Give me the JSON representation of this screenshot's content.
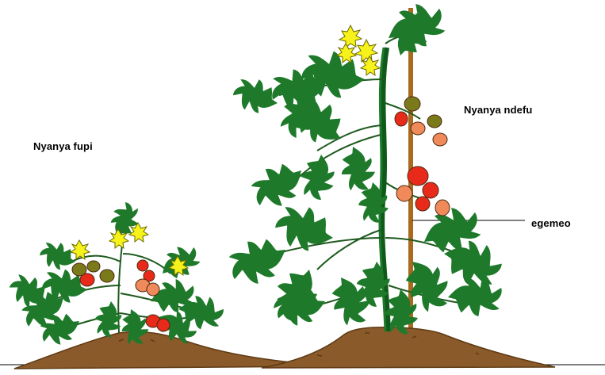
{
  "labels": {
    "short_plant": "Nyanya fupi",
    "tall_plant": "Nyanya ndefu",
    "stake": "egemeo"
  },
  "colors": {
    "leaf": "#1e7a2a",
    "leaf_dark": "#0f5a1a",
    "soil": "#8a5a2a",
    "soil_dark": "#5e3a14",
    "stake": "#a9691e",
    "flower": "#f6f21a",
    "tomato_red": "#e82a1a",
    "tomato_orange": "#f08a5a",
    "tomato_green": "#7a7a1a"
  }
}
